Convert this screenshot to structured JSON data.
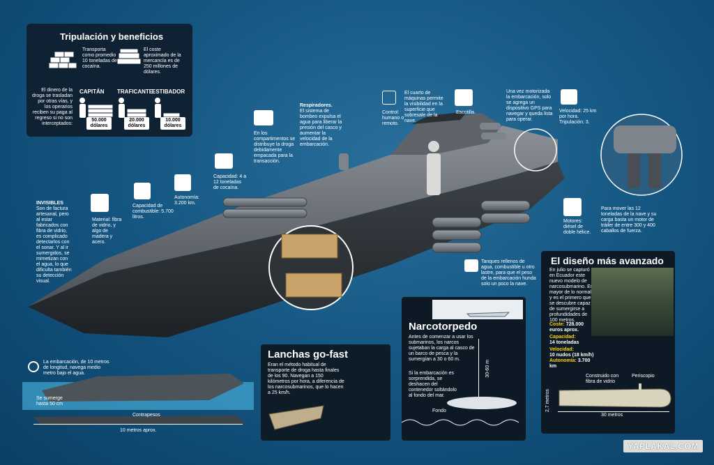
{
  "crew": {
    "title": "Tripulación y beneficios",
    "transport_text": "Transporta como promedio 10 toneladas de cocaína.",
    "cost_text": "El coste aproximado de la mercancía es de 250 millones de dólares.",
    "intro_text": "El dinero de la droga se trasladan por otras vías, y los operarios reciben su paga al regreso si no son interceptados:",
    "roles": [
      {
        "name": "CAPITÁN",
        "amount": "50.000",
        "unit": "dólares"
      },
      {
        "name": "TRAFICANTE",
        "amount": "20.000",
        "unit": "dólares"
      },
      {
        "name": "ESTIBADOR",
        "amount": "10.000",
        "unit": "dólares"
      }
    ]
  },
  "callouts": {
    "invisibles_title": "INVISIBLES",
    "invisibles_text": "Son de factura artesanal, pero al estar fabricados con fibra de vidrio, es complicado detectarlos con el sonar. Y al ir sumergidos, se mimetizan con el agua, lo que dificulta también su detección visual.",
    "material": "Material: fibra de vidrio, y algo de madera y acero.",
    "fuel": "Capacidad de combustible: 5.700 litros.",
    "autonomy": "Autonomía: 3.200 km.",
    "capacity": "Capacidad: 4 a 12 toneladas de cocaína.",
    "compartments": "En los compartimentos se distribuye la droga debidamente empacada para la transacción.",
    "breathers_title": "Respiradores.",
    "breathers_text": "El sistema de bombeo expulsa el agua para liberar la presión del casco y aumentar la velocidad de la embarcación.",
    "control": "Control: humano o remoto.",
    "engine_room": "El cuarto de máquinas permite la visibilidad en la superficie que sobresale de la nave.",
    "hatch": "Escotilla.",
    "gps": "Una vez motorizada la embarcación, solo se agrega un dispositivo GPS para navegar y queda lista para operar.",
    "speed": "Velocidad: 25 km por hora. Tripulación: 3.",
    "engines": "Motores: diésel de doble hélice.",
    "move": "Para mover las 12 toneladas de la nave y su carga basta un motor de tráiler de entre 300 y 400 caballos de fuerza.",
    "tanks": "Tanques rellenos de agua, combustible u otro lastre, para que el peso de la embarcación hunda solo un poco la nave."
  },
  "waterline": {
    "text": "La embarcación, de 10 metros de longitud, navega medio metro bajo el agua.",
    "submerge": "Se sumerge hasta 50 cm",
    "counterweights": "Contrapesos",
    "length": "10 metros aprox."
  },
  "gofast": {
    "title": "Lanchas go-fast",
    "text": "Eran el método habitual de transporte de droga hasta finales de los 90. Navegan a 150 kilómetros por hora, a diferencia de los narcosubmarinos, que lo hacen a 25 km/h."
  },
  "torpedo": {
    "title": "Narcotorpedo",
    "text1": "Antes de comenzar a usar los submarinos, los narcos sujetaban la carga al casco de un barco de pesca y la sumergían a 30 o 60 m.",
    "text2": "Si la embarcación es sorprendida, se deshacen del contenedor soltándolo al fondo del mar.",
    "depth": "30-60 m",
    "bottom": "Fondo"
  },
  "advanced": {
    "title": "El diseño más avanzado",
    "text": "En julio se capturó en Ecuador este nuevo modelo de narcosubmarino. Es mayor de lo normal, y es el primero que se descubre capaz de sumergirse a profundidades de 100 metros.",
    "cost_label": "Coste:",
    "cost_value": "728.000 euros aprox.",
    "capacity_label": "Capacidad:",
    "capacity_value": "14 toneladas",
    "speed_label": "Velocidad:",
    "speed_value": "10 nudos (18 km/h)",
    "autonomy_label": "Autonomía:",
    "autonomy_value": "3.700 km",
    "fiber": "Construido con fibra de vidrio",
    "periscope": "Periscopio",
    "height": "2,7 metros",
    "length": "30 metros"
  },
  "watermark": "YAPLAKAL.COM"
}
